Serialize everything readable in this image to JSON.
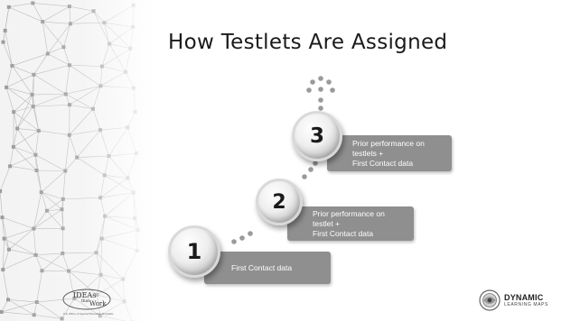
{
  "slide": {
    "title": "How Testlets Are Assigned",
    "steps": [
      {
        "number": "1",
        "description": [
          "First Contact data"
        ]
      },
      {
        "number": "2",
        "description": [
          "Prior performance on",
          "testlet +",
          "First Contact data"
        ]
      },
      {
        "number": "3",
        "description": [
          "Prior performance on",
          "testlets +",
          "First Contact data"
        ]
      }
    ]
  },
  "logos": {
    "idea": {
      "brand": "IDEAs that Work",
      "line1": "IDEAs",
      "line2": "that",
      "line3": "Work",
      "caption": "U.S. Office of Special Education Programs"
    },
    "dlm": {
      "brand": "DYNAMIC",
      "sub": "LEARNING MAPS"
    }
  },
  "colors": {
    "bar": "#8f8f8f",
    "circle": "#e6e6e6",
    "text": "#1a1a1a"
  },
  "icons": [
    "network-pattern-icon",
    "dlm-logo-icon",
    "idea-logo-icon"
  ]
}
